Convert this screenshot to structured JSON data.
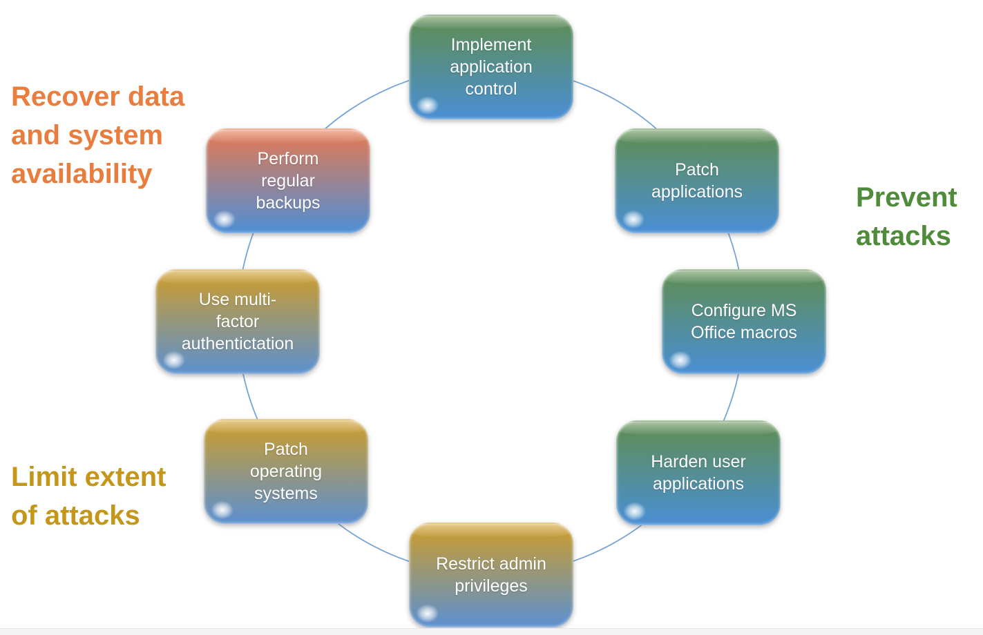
{
  "page": {
    "background_color": "#FFFFFF",
    "bottom_strip_color": "#F4F4F5"
  },
  "diagram": {
    "type": "cycle",
    "connector_color": "#76A3D6",
    "themes": {
      "green": {
        "top_color": "#5F8D4E",
        "bottom_color": "#4A8FD6"
      },
      "gold": {
        "top_color": "#D09D27",
        "bottom_color": "#5B90D1"
      },
      "orange": {
        "top_color": "#E8794E",
        "bottom_color": "#4D8FD7"
      }
    },
    "group_labels": [
      {
        "id": "recover",
        "text": "Recover data\nand system\navailability",
        "color": "#E87D3E"
      },
      {
        "id": "prevent",
        "text": "Prevent\nattacks",
        "color": "#4F8B3B"
      },
      {
        "id": "limit",
        "text": "Limit extent\nof attacks",
        "color": "#C4961A"
      }
    ],
    "nodes": [
      {
        "label": "Implement\napplication\ncontrol",
        "theme": "green"
      },
      {
        "label": "Patch\napplications",
        "theme": "green"
      },
      {
        "label": "Configure MS\nOffice macros",
        "theme": "green"
      },
      {
        "label": "Harden user\napplications",
        "theme": "green"
      },
      {
        "label": "Restrict admin\nprivileges",
        "theme": "gold"
      },
      {
        "label": "Patch\noperating\nsystems",
        "theme": "gold"
      },
      {
        "label": "Use multi-\nfactor\nauthentictation",
        "theme": "gold"
      },
      {
        "label": "Perform\nregular\nbackups",
        "theme": "orange"
      }
    ]
  }
}
